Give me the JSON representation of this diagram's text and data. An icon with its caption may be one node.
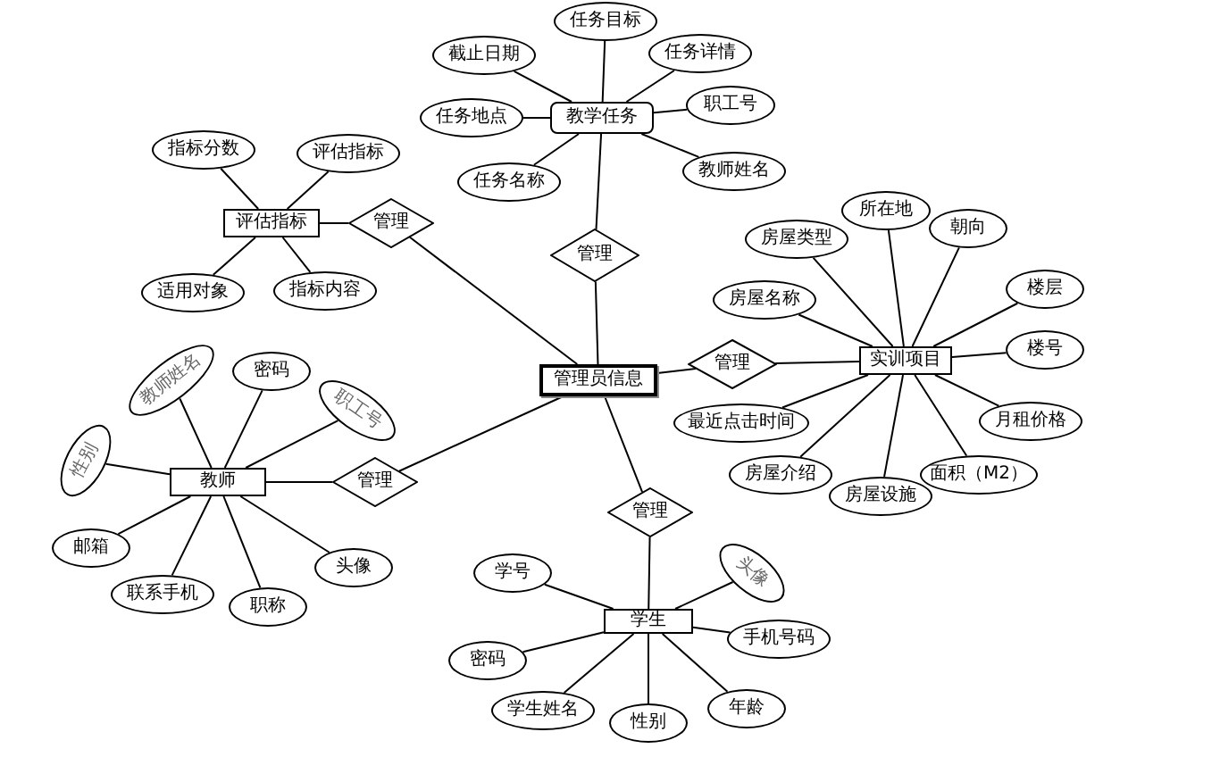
{
  "diagram": {
    "nodes": [
      {
        "text": [
          "教学任务"
        ]
      },
      {
        "text": [
          "任务目标"
        ]
      },
      {
        "text": [
          "截止日期"
        ]
      },
      {
        "text": [
          "任务详情"
        ]
      },
      {
        "text": [
          "任务地点"
        ]
      },
      {
        "text": [
          "职工号"
        ]
      },
      {
        "text": [
          "任务名称"
        ]
      },
      {
        "text": [
          "教师姓名"
        ]
      },
      {
        "text": [
          "管理"
        ]
      },
      {
        "text": [
          "评估指标"
        ]
      },
      {
        "text": [
          "管理"
        ]
      },
      {
        "text": [
          "指标分数"
        ]
      },
      {
        "text": [
          "评估指标"
        ]
      },
      {
        "text": [
          "适用对象"
        ]
      },
      {
        "text": [
          "指标内容"
        ]
      },
      {
        "text": [
          "管理员信息"
        ]
      },
      {
        "text": [
          "实训项目"
        ]
      },
      {
        "text": [
          "管理"
        ]
      },
      {
        "text": [
          "所在地"
        ]
      },
      {
        "text": [
          "朝向"
        ]
      },
      {
        "text": [
          "房屋类型"
        ]
      },
      {
        "text": [
          "楼层"
        ]
      },
      {
        "text": [
          "房屋名称"
        ]
      },
      {
        "text": [
          "楼号"
        ]
      },
      {
        "text": [
          "最近点击时间"
        ]
      },
      {
        "text": [
          "月租价格"
        ]
      },
      {
        "text": [
          "房屋介绍"
        ]
      },
      {
        "text": [
          "房屋设施"
        ]
      },
      {
        "text": [
          "面积（M2）"
        ]
      },
      {
        "text": [
          "教师"
        ]
      },
      {
        "text": [
          "管理"
        ]
      },
      {
        "text": [
          "密码"
        ]
      },
      {
        "text": [
          "教师姓名"
        ]
      },
      {
        "text": [
          "职工号"
        ]
      },
      {
        "text": [
          "性别"
        ]
      },
      {
        "text": [
          "邮箱"
        ]
      },
      {
        "text": [
          "头像"
        ]
      },
      {
        "text": [
          "联系手机"
        ]
      },
      {
        "text": [
          "职称"
        ]
      },
      {
        "text": [
          "管理"
        ]
      },
      {
        "text": [
          "学生"
        ]
      },
      {
        "text": [
          "学号"
        ]
      },
      {
        "text": [
          "头像"
        ]
      },
      {
        "text": [
          "手机号码"
        ]
      },
      {
        "text": [
          "密码"
        ]
      },
      {
        "text": [
          "学生姓名"
        ]
      },
      {
        "text": [
          "性别"
        ]
      },
      {
        "text": [
          "年龄"
        ]
      }
    ],
    "edges": [
      {
        "from": 0,
        "to": 1,
        "arrow": "none"
      },
      {
        "from": 0,
        "to": 2,
        "arrow": "none"
      },
      {
        "from": 0,
        "to": 3,
        "arrow": "none"
      },
      {
        "from": 0,
        "to": 4,
        "arrow": "none"
      },
      {
        "from": 0,
        "to": 5,
        "arrow": "none"
      },
      {
        "from": 0,
        "to": 6,
        "arrow": "none"
      },
      {
        "from": 0,
        "to": 7,
        "arrow": "none"
      },
      {
        "from": 0,
        "to": 8,
        "arrow": "none"
      },
      {
        "from": 8,
        "to": 15,
        "arrow": "none"
      },
      {
        "from": 9,
        "to": 11,
        "arrow": "none"
      },
      {
        "from": 9,
        "to": 12,
        "arrow": "none"
      },
      {
        "from": 9,
        "to": 13,
        "arrow": "none"
      },
      {
        "from": 9,
        "to": 14,
        "arrow": "none"
      },
      {
        "from": 9,
        "to": 10,
        "arrow": "none"
      },
      {
        "from": 10,
        "to": 15,
        "arrow": "none"
      },
      {
        "from": 15,
        "to": 17,
        "arrow": "none"
      },
      {
        "from": 17,
        "to": 16,
        "arrow": "none"
      },
      {
        "from": 16,
        "to": 18,
        "arrow": "none"
      },
      {
        "from": 16,
        "to": 19,
        "arrow": "none"
      },
      {
        "from": 16,
        "to": 20,
        "arrow": "none"
      },
      {
        "from": 16,
        "to": 21,
        "arrow": "none"
      },
      {
        "from": 16,
        "to": 22,
        "arrow": "none"
      },
      {
        "from": 16,
        "to": 23,
        "arrow": "none"
      },
      {
        "from": 16,
        "to": 24,
        "arrow": "none"
      },
      {
        "from": 16,
        "to": 25,
        "arrow": "none"
      },
      {
        "from": 16,
        "to": 26,
        "arrow": "none"
      },
      {
        "from": 16,
        "to": 27,
        "arrow": "none"
      },
      {
        "from": 16,
        "to": 28,
        "arrow": "none"
      },
      {
        "from": 29,
        "to": 30,
        "arrow": "none"
      },
      {
        "from": 30,
        "to": 15,
        "arrow": "none"
      },
      {
        "from": 29,
        "to": 31,
        "arrow": "none"
      },
      {
        "from": 29,
        "to": 32,
        "arrow": "none"
      },
      {
        "from": 29,
        "to": 33,
        "arrow": "none"
      },
      {
        "from": 29,
        "to": 34,
        "arrow": "none"
      },
      {
        "from": 29,
        "to": 35,
        "arrow": "none"
      },
      {
        "from": 29,
        "to": 36,
        "arrow": "none"
      },
      {
        "from": 29,
        "to": 37,
        "arrow": "none"
      },
      {
        "from": 29,
        "to": 38,
        "arrow": "none"
      },
      {
        "from": 15,
        "to": 39,
        "arrow": "none"
      },
      {
        "from": 39,
        "to": 40,
        "arrow": "none"
      },
      {
        "from": 40,
        "to": 41,
        "arrow": "none"
      },
      {
        "from": 40,
        "to": 42,
        "arrow": "none"
      },
      {
        "from": 40,
        "to": 43,
        "arrow": "none"
      },
      {
        "from": 40,
        "to": 44,
        "arrow": "none"
      },
      {
        "from": 40,
        "to": 45,
        "arrow": "none"
      },
      {
        "from": 40,
        "to": 46,
        "arrow": "none"
      },
      {
        "from": 40,
        "to": 47,
        "arrow": "none"
      }
    ]
  }
}
